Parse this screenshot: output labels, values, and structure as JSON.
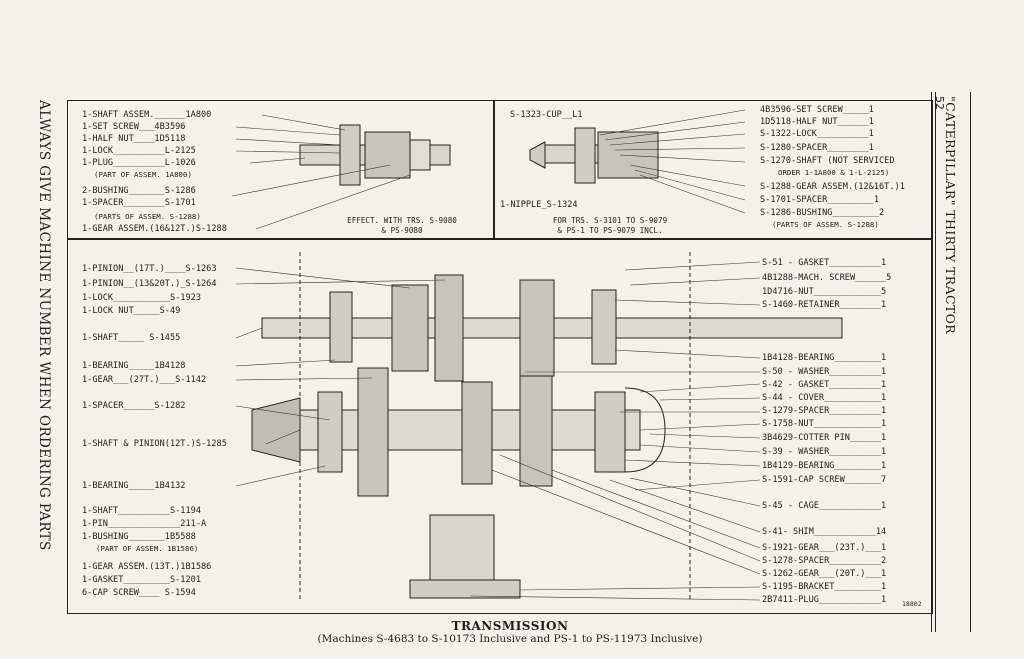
{
  "side_left": "ALWAYS GIVE MACHINE NUMBER WHEN ORDERING PARTS",
  "side_right": "\"CATERPILLAR\" THIRTY TRACTOR",
  "page_number": "52",
  "title": "TRANSMISSION",
  "subtitle": "(Machines S-4683 to S-10173 Inclusive and PS-1 to PS-11973 Inclusive)",
  "drawing_code": "18802",
  "top_left": {
    "labels": [
      "1-SHAFT ASSEM.______1A800",
      "1-SET SCREW___4B3596",
      "1-HALF NUT____1D5118",
      "1-LOCK__________L-2125",
      "1-PLUG__________L-1026",
      "(PART OF ASSEM. 1A800)",
      "2-BUSHING_______S-1286",
      "1-SPACER________S-1701",
      "(PARTS OF ASSEM. S-1288)",
      "1-GEAR ASSEM.(16&12T.)S-1288"
    ],
    "caption_1": "EFFECT. WITH TRS. S-9080",
    "caption_2": "& PS-9080"
  },
  "top_right": {
    "left_labels": [
      "S-1323-CUP__L1",
      "1-NIPPLE_S-1324"
    ],
    "caption_1": "FOR TRS.  S-3101  TO S-9079",
    "caption_2": "& PS-1   TO  PS-9079 INCL.",
    "labels": [
      "4B3596-SET SCREW_____1",
      "1D5118-HALF NUT______1",
      "S-1322-LOCK__________1",
      "S-1280-SPACER________1",
      "S-1270-SHAFT (NOT SERVICED",
      "ORDER 1-1A800 & 1-L-2125)",
      "S-1288-GEAR ASSEM.(12&16T.)1",
      "S-1701-SPACER_________1",
      "S-1286-BUSHING_________2",
      "(PARTS OF ASSEM. S-1288)"
    ]
  },
  "main_left": {
    "labels": [
      "1-PINION__(17T.)____S-1263",
      "1-PINION__(13&20T.)_S-1264",
      "1-LOCK___________S-1923",
      "1-LOCK NUT_____S-49",
      "1-SHAFT_____ S-1455",
      "1-BEARING_____1B4128",
      "1-GEAR___(27T.)___S-1142",
      "1-SPACER______S-1282",
      "1-SHAFT & PINION(12T.)S-1285",
      "1-BEARING_____1B4132",
      "1-SHAFT__________S-1194",
      "1-PIN______________211-A",
      "1-BUSHING_______1B5588",
      "(PART OF ASSEM. 1B1586)",
      "1-GEAR ASSEM.(13T.)1B1586",
      "1-GASKET_________S-1201",
      "6-CAP SCREW____ S-1594"
    ]
  },
  "main_right": {
    "labels": [
      "S-51 - GASKET__________1",
      "4B1288-MACH. SCREW______5",
      "1D4716-NUT_____________5",
      "S-1460-RETAINER________1",
      "1B4128-BEARING_________1",
      "S-50 - WASHER__________1",
      "S-42 - GASKET__________1",
      "S-44 - COVER___________1",
      "S-1279-SPACER__________1",
      "S-1758-NUT_____________1",
      "3B4629-COTTER PIN______1",
      "S-39 - WASHER__________1",
      "1B4129-BEARING_________1",
      "S-1591-CAP SCREW_______7",
      "S-45 - CAGE____________1",
      "S-41- SHIM____________14",
      "S-1921-GEAR___(23T.)___1",
      "S-1278-SPACER__________2",
      "S-1262-GEAR___(20T.)___1",
      "S-1195-BRACKET_________1",
      "2B7411-PLUG____________1"
    ]
  }
}
